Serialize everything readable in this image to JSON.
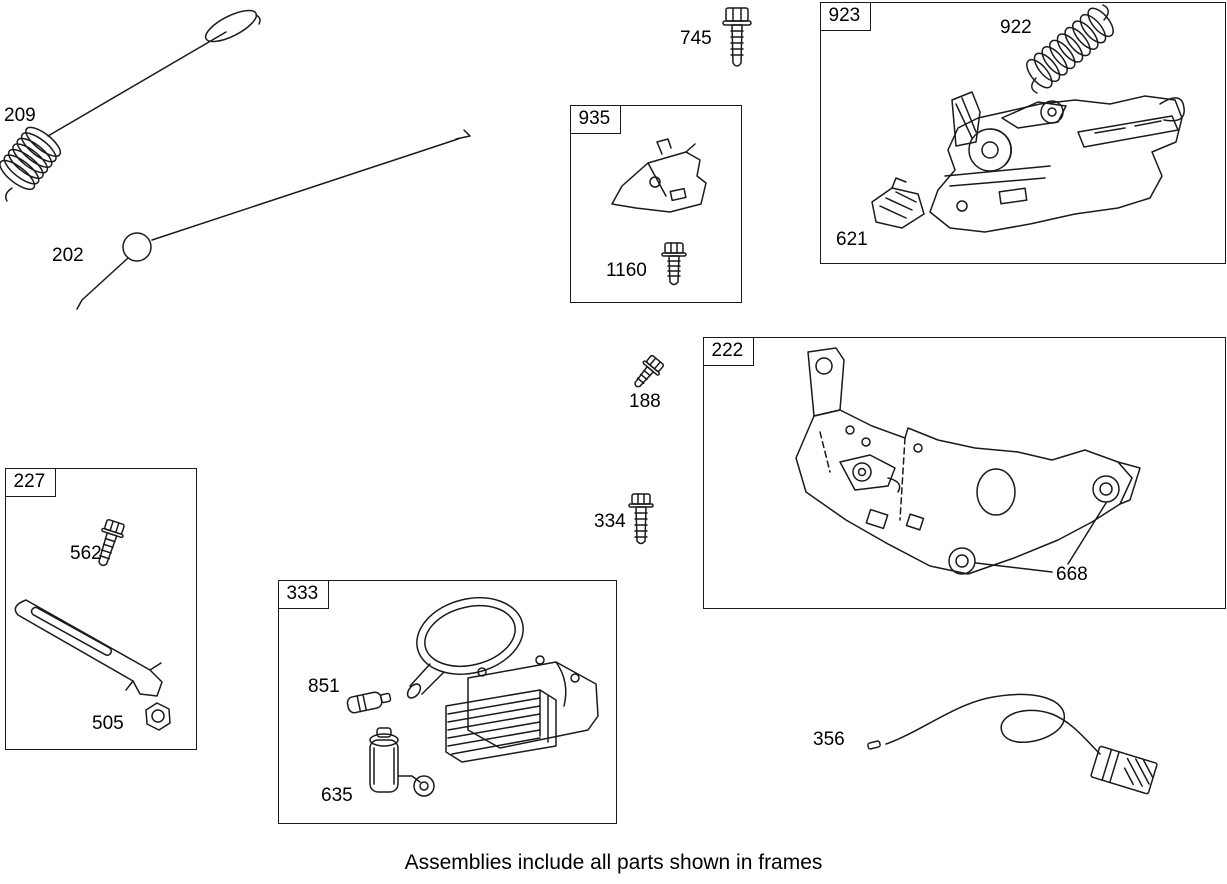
{
  "diagram": {
    "background": "#ffffff",
    "line_color": "#1a1a1a",
    "footer_note": "Assemblies include all parts shown in frames",
    "labels": {
      "p209": "209",
      "p202": "202",
      "p745": "745",
      "p1160": "1160",
      "p922": "922",
      "p621": "621",
      "p188": "188",
      "p334": "334",
      "p668": "668",
      "p562": "562",
      "p505": "505",
      "p851": "851",
      "p635": "635",
      "p356": "356"
    },
    "frames": {
      "f935": "935",
      "f923": "923",
      "f222": "222",
      "f227": "227",
      "f333": "333"
    }
  }
}
